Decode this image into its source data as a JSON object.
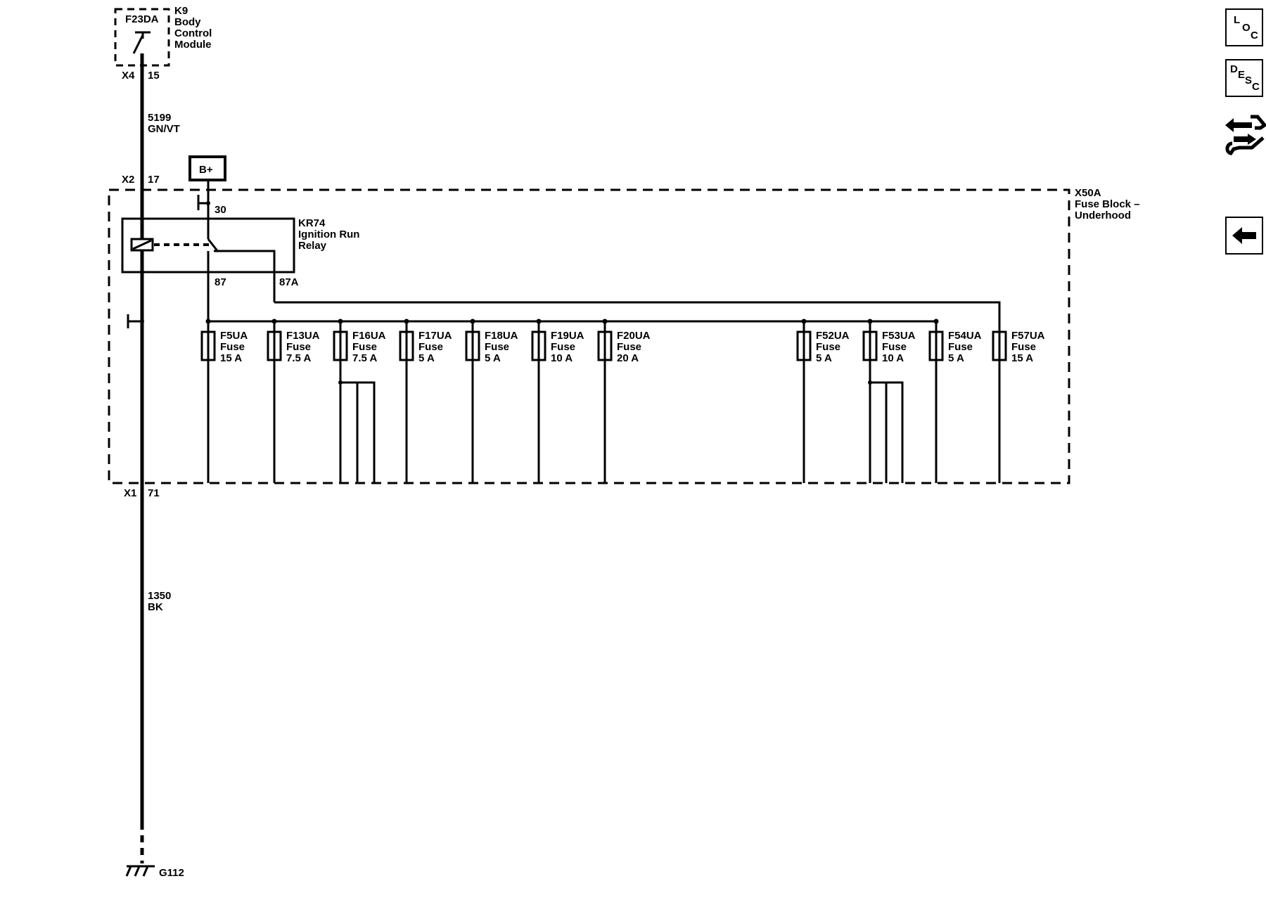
{
  "module": {
    "fuse_id": "F23DA",
    "ref": "K9",
    "name_lines": [
      "Body",
      "Control",
      "Module"
    ],
    "conn_top": "X4",
    "pin_top": "15"
  },
  "wire_5199": {
    "circuit": "5199",
    "color": "GN/VT"
  },
  "x2": {
    "conn": "X2",
    "pin": "17"
  },
  "bplus": "B+",
  "relay": {
    "ref": "KR74",
    "name_lines": [
      "Ignition Run",
      "Relay"
    ],
    "pin30": "30",
    "pin87": "87",
    "pin87a": "87A"
  },
  "fuse_block": {
    "ref": "X50A",
    "name_lines": [
      "Fuse Block –",
      "Underhood"
    ]
  },
  "fuses": [
    {
      "id": "F5UA",
      "type": "Fuse",
      "rating": "15 A"
    },
    {
      "id": "F13UA",
      "type": "Fuse",
      "rating": "7.5 A"
    },
    {
      "id": "F16UA",
      "type": "Fuse",
      "rating": "7.5 A"
    },
    {
      "id": "F17UA",
      "type": "Fuse",
      "rating": "5 A"
    },
    {
      "id": "F18UA",
      "type": "Fuse",
      "rating": "5 A"
    },
    {
      "id": "F19UA",
      "type": "Fuse",
      "rating": "10 A"
    },
    {
      "id": "F20UA",
      "type": "Fuse",
      "rating": "20 A"
    },
    {
      "id": "F52UA",
      "type": "Fuse",
      "rating": "5 A"
    },
    {
      "id": "F53UA",
      "type": "Fuse",
      "rating": "10 A"
    },
    {
      "id": "F54UA",
      "type": "Fuse",
      "rating": "5 A"
    },
    {
      "id": "F57UA",
      "type": "Fuse",
      "rating": "15 A"
    }
  ],
  "x1": {
    "conn": "X1",
    "pin": "71"
  },
  "wire_1350": {
    "circuit": "1350",
    "color": "BK"
  },
  "ground": "G112",
  "sidebar": {
    "loc": {
      "letters": [
        "L",
        "O",
        "C"
      ]
    },
    "desc": {
      "letters": [
        "D",
        "E",
        "S",
        "C"
      ]
    },
    "nav_icon": "connector-swap-icon",
    "back_icon": "back-arrow-icon"
  }
}
